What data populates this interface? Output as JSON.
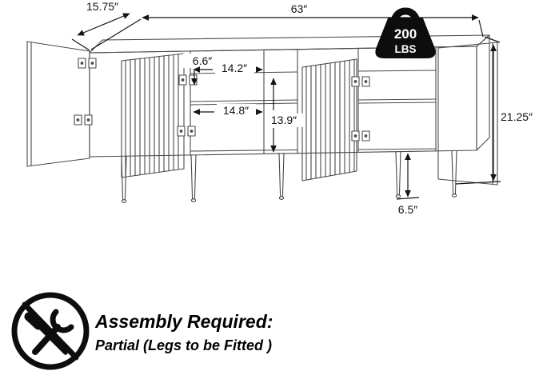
{
  "colors": {
    "background": "#ffffff",
    "drawing_line": "#4a4a4a",
    "dimension_ink": "#141414",
    "icon_ink": "#0d0d0d",
    "badge_text": "#ffffff"
  },
  "dimensions": {
    "depth": "15.75″",
    "width": "63″",
    "height": "21.25″",
    "top_cubby_height": "6.6″",
    "cubby_width_upper": "14.2″",
    "cubby_width_lower": "14.8″",
    "cubby_height": "13.9″",
    "leg_height": "6.5″"
  },
  "weight_badge": {
    "value": "200",
    "unit": "LBS"
  },
  "assembly": {
    "title": "Assembly Required:",
    "note": "Partial (Legs to be Fitted )"
  },
  "icons": {
    "weight": "kettlebell-weight-icon",
    "prohibition": "no-tools-needed-icon",
    "tools": [
      "wrench-icon",
      "screwdriver-icon"
    ]
  }
}
